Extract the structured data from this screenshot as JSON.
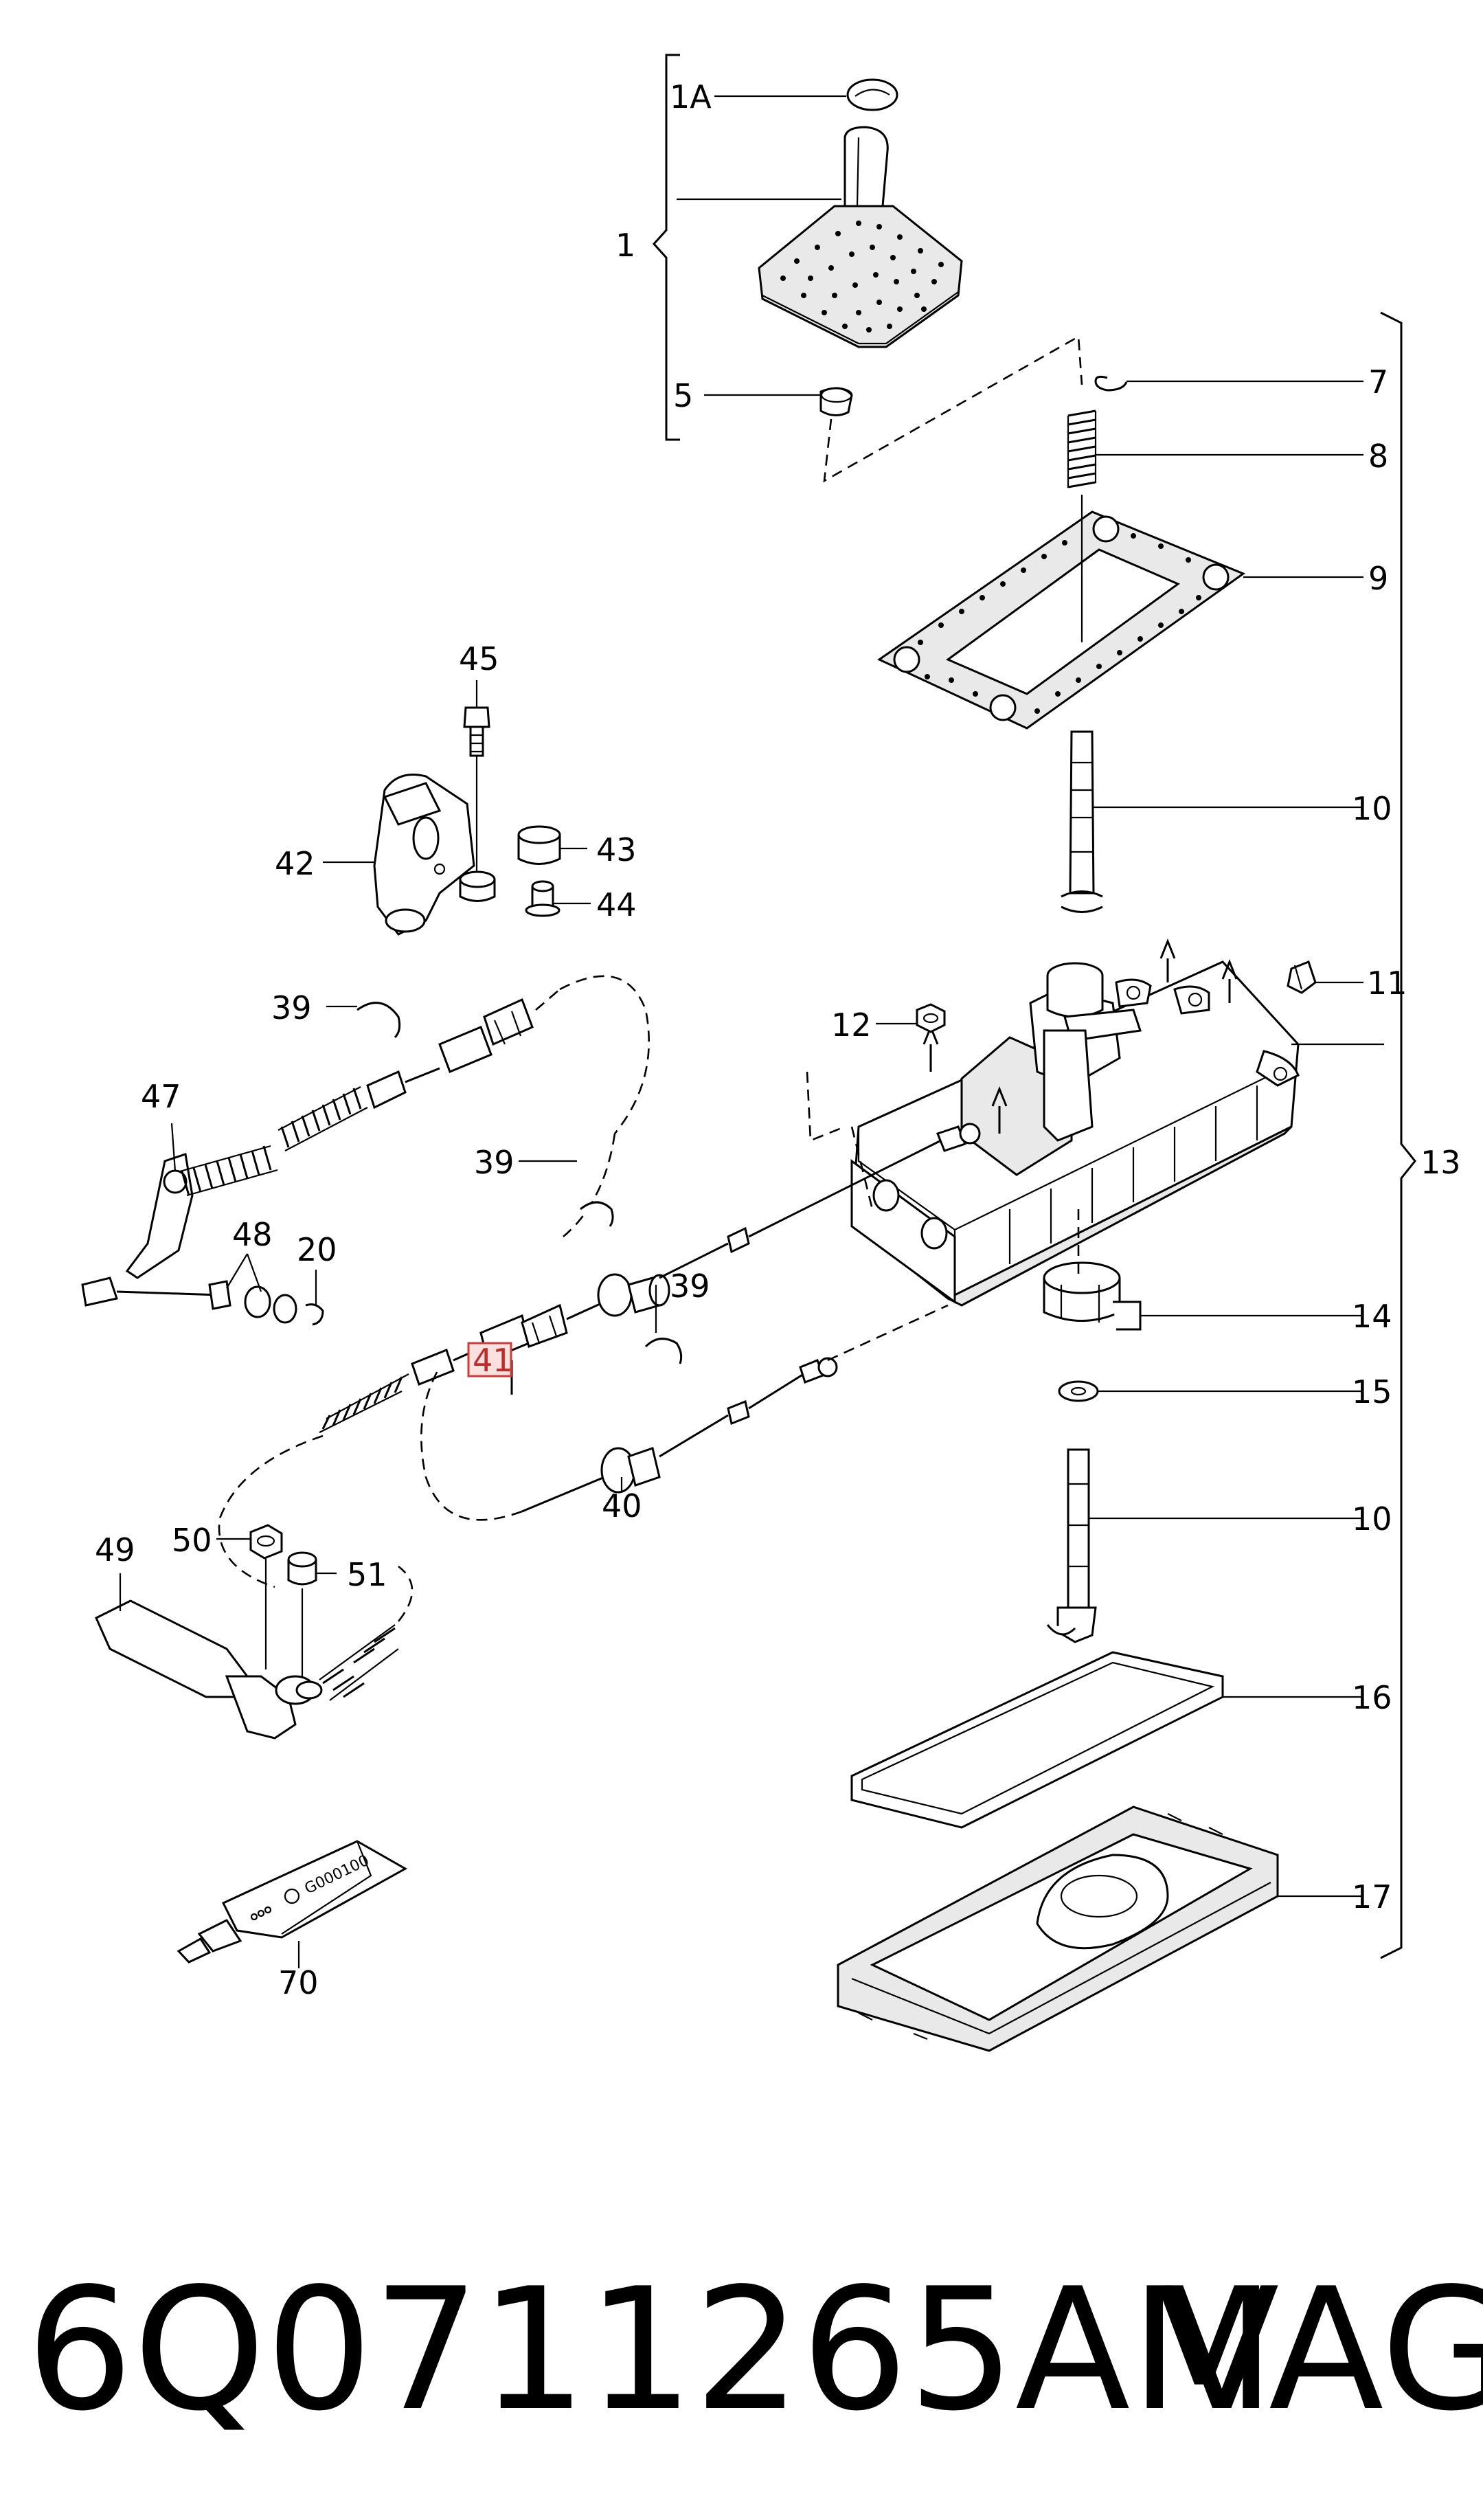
{
  "diagram": {
    "callouts": {
      "c1": "1",
      "c1a": "1A",
      "c5": "5",
      "c7": "7",
      "c8": "8",
      "c9": "9",
      "c10a": "10",
      "c10b": "10",
      "c11": "11",
      "c12": "12",
      "c13": "13",
      "c14": "14",
      "c15": "15",
      "c16": "16",
      "c17": "17",
      "c20": "20",
      "c39a": "39",
      "c39b": "39",
      "c39c": "39",
      "c40": "40",
      "c41": "41",
      "c42": "42",
      "c43": "43",
      "c44": "44",
      "c45": "45",
      "c47": "47",
      "c48": "48",
      "c49": "49",
      "c50": "50",
      "c51": "51",
      "c70": "70"
    },
    "highlighted_callout": "41",
    "tube_print": "G000100",
    "highlight_color": "#d23a3a"
  },
  "footer": {
    "part_number": "6Q0711265AM",
    "brand": "VAG"
  }
}
